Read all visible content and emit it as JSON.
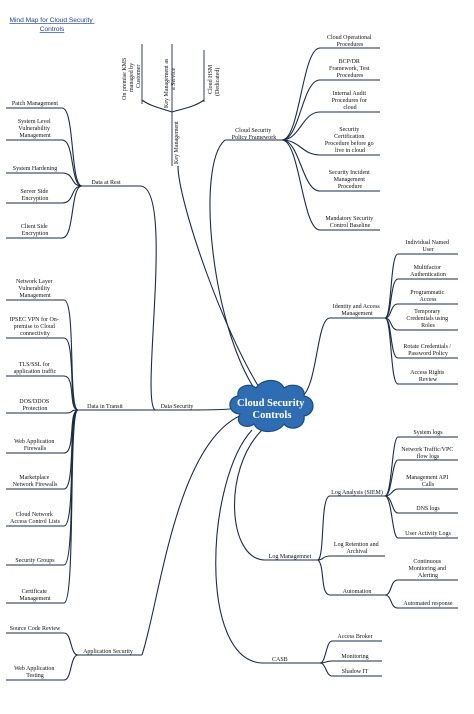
{
  "title": [
    "Mind Map for Cloud Security",
    "Controls"
  ],
  "colors": {
    "line": "#1d2b44",
    "cloud_fill": "#2f6db3",
    "cloud_stroke": "#1a4a86",
    "title": "#1f3f9a"
  },
  "center": [
    "Cloud Security",
    "Controls"
  ],
  "branches": [
    {
      "key": "framework",
      "label": [
        "Cloud Security",
        "Policy Framework"
      ],
      "children": [
        [
          "Cloud Operational",
          "Procedures"
        ],
        [
          "BCP/DR",
          "Framework, Test",
          "Procedures"
        ],
        [
          "Internal Audit",
          "Procedures for",
          "cloud"
        ],
        [
          "Security",
          "Certification",
          "Procedure before go",
          "live in cloud"
        ],
        [
          "Security Incident",
          "Management",
          "Procedure"
        ],
        [
          "Mandatory Security",
          "Control Baseline"
        ]
      ]
    },
    {
      "key": "key_management",
      "label": [
        "Key Management"
      ],
      "children": [
        [
          "On premise KMS",
          "managed by",
          "Customer"
        ],
        [
          "Key Management as",
          "a Service"
        ],
        [
          "Cloud HSM",
          "(Dedicated)"
        ]
      ]
    },
    {
      "key": "data_security",
      "label": [
        "Data Security"
      ],
      "subgroups": [
        {
          "key": "data_at_rest",
          "label": [
            "Data at Rest"
          ],
          "children": [
            [
              "Patch Management"
            ],
            [
              "System Level",
              "Vulnerability",
              "Management"
            ],
            [
              "System Hardening"
            ],
            [
              "Server Side",
              "Encryption"
            ],
            [
              "Client Side",
              "Encryption"
            ]
          ]
        },
        {
          "key": "data_in_transit",
          "label": [
            "Data in Transit"
          ],
          "children": [
            [
              "Network Layer",
              "Vulnerability",
              "Management"
            ],
            [
              "IPSEC VPN for On-",
              "premise to Cloud",
              "connectivity"
            ],
            [
              "TLS/SSL for",
              "application traffic"
            ],
            [
              "DOS/DDOS",
              "Protection"
            ],
            [
              "Web Application",
              "Firewalls"
            ],
            [
              "Marketplace",
              "Network Firewalls"
            ],
            [
              "Cloud Network",
              "Access Control Lists"
            ],
            [
              "Security Groups"
            ],
            [
              "Certificate",
              "Management"
            ]
          ]
        }
      ]
    },
    {
      "key": "app_security",
      "label": [
        "Application Security"
      ],
      "children": [
        [
          "Source Code Review"
        ],
        [
          "Web Application",
          "Testing"
        ]
      ]
    },
    {
      "key": "iam",
      "label": [
        "Identity and Access",
        "Management"
      ],
      "children": [
        [
          "Individual Named",
          "User"
        ],
        [
          "Multifactor",
          "Authentication"
        ],
        [
          "Programmatic",
          "Access"
        ],
        [
          "Temporary",
          "Credentials using",
          "Roles"
        ],
        [
          "Rotate Credentials /",
          "Password Policy"
        ],
        [
          "Access Rights",
          "Review"
        ]
      ]
    },
    {
      "key": "log_management",
      "label": [
        "Log Managemnet"
      ],
      "subgroups": [
        {
          "key": "log_analysis",
          "label": [
            "Log Analysis (SIEM)"
          ],
          "children": [
            [
              "System logs"
            ],
            [
              "Network Traffic/VPC",
              "flow logs"
            ],
            [
              "Management API",
              "Calls"
            ],
            [
              "DNS logs"
            ],
            [
              "User Activity Logs"
            ]
          ]
        },
        {
          "key": "log_retention",
          "label": [
            "Log Retention and",
            "Archival"
          ],
          "children": []
        },
        {
          "key": "automation",
          "label": [
            "Automation"
          ],
          "children": [
            [
              "Continuous",
              "Monitoring and",
              "Alerting"
            ],
            [
              "Automated response"
            ]
          ]
        }
      ]
    },
    {
      "key": "casb",
      "label": [
        "CASB"
      ],
      "children": [
        [
          "Access Broker"
        ],
        [
          "Monitoring"
        ],
        [
          "Shadow IT"
        ]
      ]
    }
  ]
}
